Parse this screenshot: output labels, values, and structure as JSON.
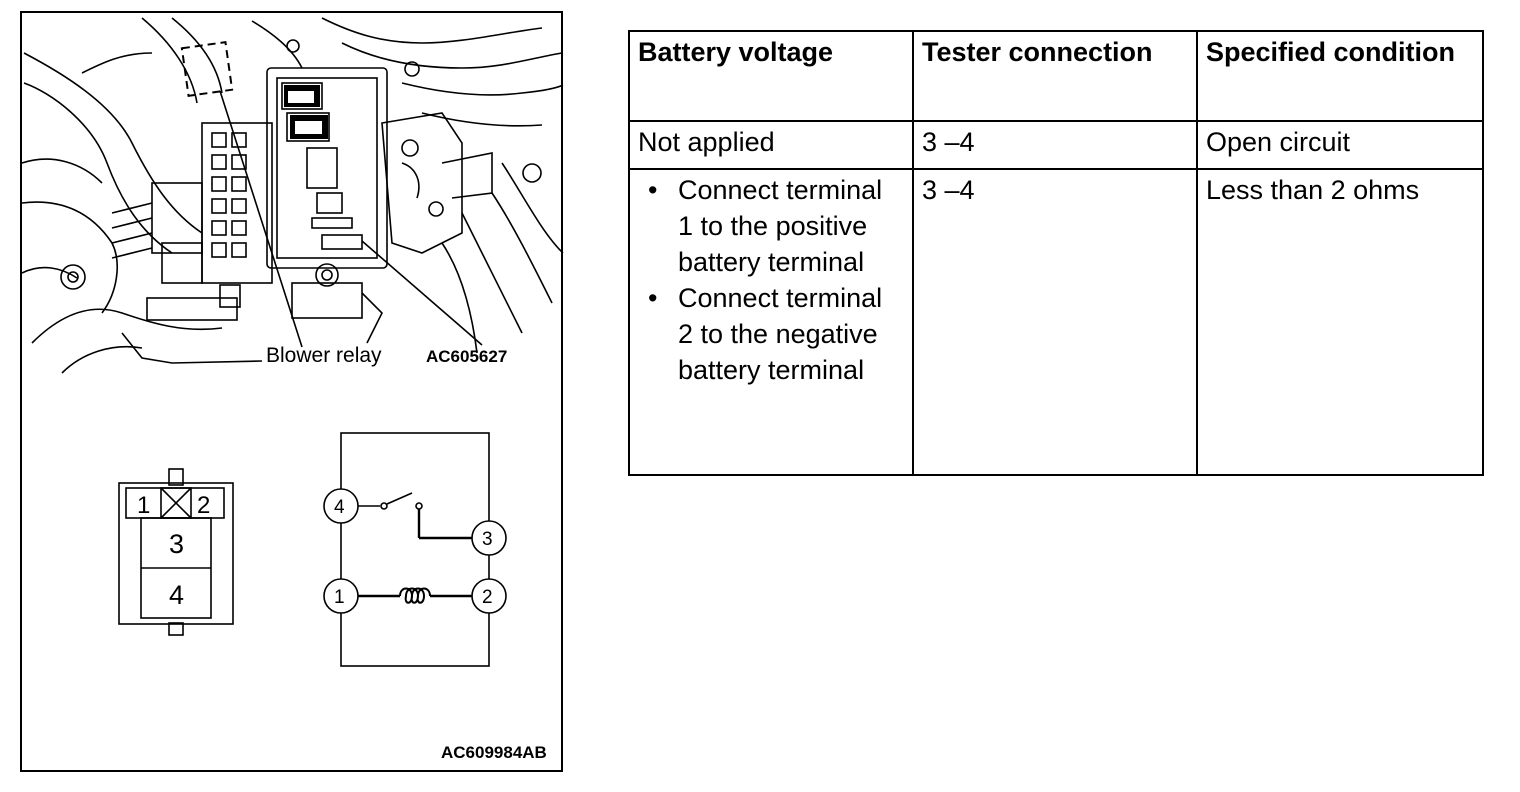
{
  "figure": {
    "callout_label": "Blower relay",
    "photo_code": "AC605627",
    "figure_code": "AC609984AB",
    "connector_pins": [
      "1",
      "2",
      "3",
      "4"
    ],
    "schematic_terminals": [
      "4",
      "3",
      "1",
      "2"
    ]
  },
  "table": {
    "headers": [
      "Battery voltage",
      "Tester connection",
      "Specified condition"
    ],
    "rows": [
      {
        "battery_voltage": "Not applied",
        "tester_connection": "3 –4",
        "specified_condition": "Open circuit"
      },
      {
        "battery_voltage_items": [
          "Connect terminal 1 to the positive battery terminal",
          "Connect terminal 2 to the negative battery terminal"
        ],
        "tester_connection": "3 –4",
        "specified_condition": "Less than 2 ohms"
      }
    ]
  }
}
